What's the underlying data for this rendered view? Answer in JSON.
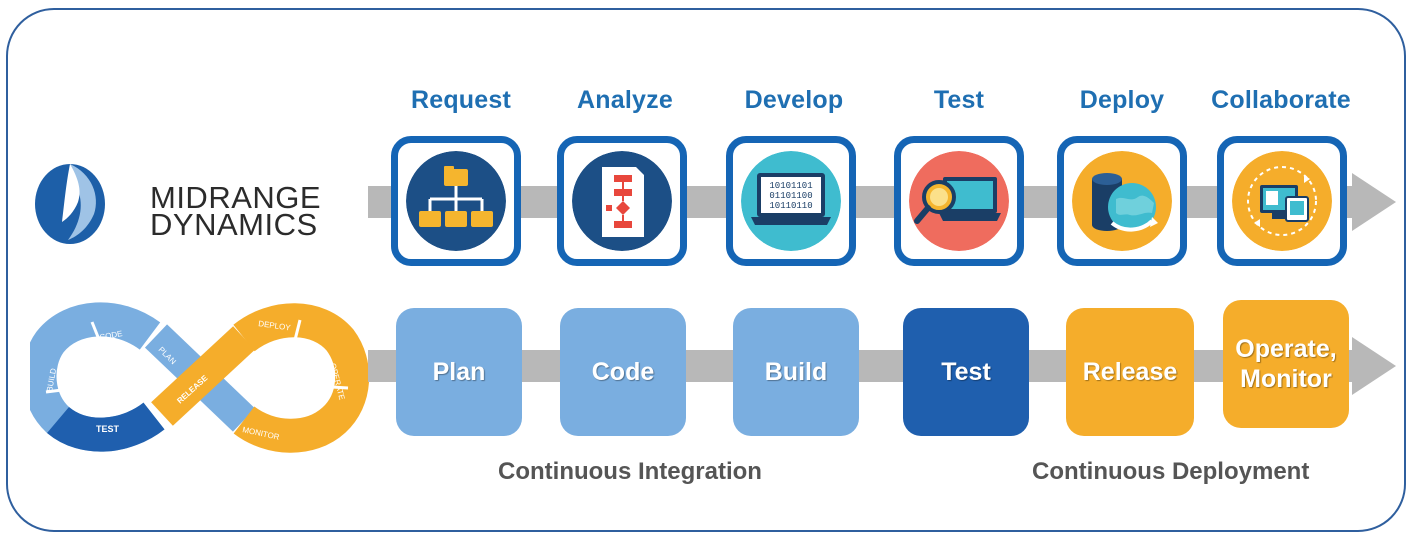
{
  "brand": {
    "line1": "MIDRANGE",
    "line2": "DYNAMICS"
  },
  "stages": [
    {
      "title": "Request",
      "icon": "org-chart-folders-icon",
      "color": "#1c4f86"
    },
    {
      "title": "Analyze",
      "icon": "flowchart-document-icon",
      "color": "#1c4f86"
    },
    {
      "title": "Develop",
      "icon": "laptop-binary-code-icon",
      "color": "#3fbccf"
    },
    {
      "title": "Test",
      "icon": "magnifier-laptop-icon",
      "color": "#ef6c5e"
    },
    {
      "title": "Deploy",
      "icon": "database-globe-icon",
      "color": "#f5ad2b"
    },
    {
      "title": "Collaborate",
      "icon": "shared-devices-icon",
      "color": "#f5ad2b"
    }
  ],
  "binary_lines": [
    "10101101",
    "01101100",
    "10110110"
  ],
  "cycle_diagram": {
    "labels": [
      "CODE",
      "PLAN",
      "BUILD",
      "TEST",
      "RELEASE",
      "DEPLOY",
      "OPERATE",
      "MONITOR"
    ]
  },
  "cycle_steps": [
    {
      "label": "Plan",
      "style": "light"
    },
    {
      "label": "Code",
      "style": "light"
    },
    {
      "label": "Build",
      "style": "light"
    },
    {
      "label": "Test",
      "style": "dark"
    },
    {
      "label": "Release",
      "style": "orange"
    },
    {
      "label": "Operate, Monitor",
      "style": "orange"
    }
  ],
  "footer": {
    "left": "Continuous Integration",
    "right": "Continuous Deployment"
  },
  "colors": {
    "frame": "#2f5f9e",
    "title_blue": "#1f6fb2",
    "box_border": "#1565b5",
    "arrow_gray": "#b8b8b8",
    "light_blue": "#7aaee0",
    "dark_blue": "#1f5fae",
    "orange": "#f5ad2b"
  }
}
